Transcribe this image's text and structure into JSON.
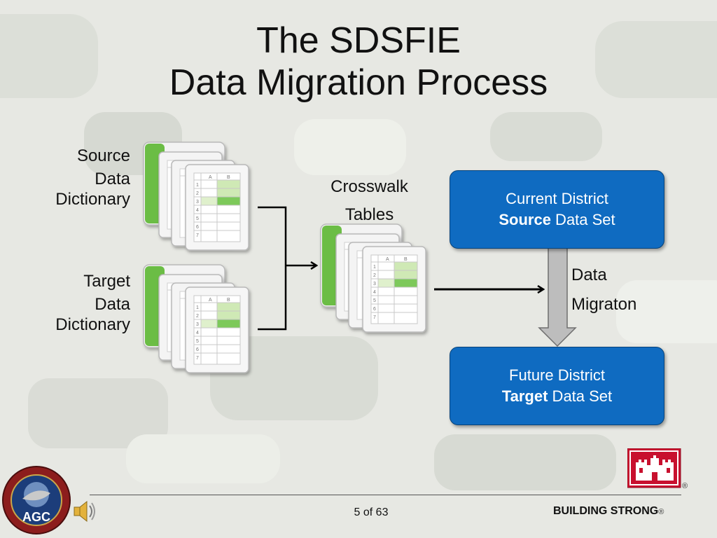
{
  "slide": {
    "title_line1": "The SDSFIE",
    "title_line2": "Data Migration Process"
  },
  "diagram": {
    "source_dictionary": [
      "Source",
      "Data",
      "Dictionary"
    ],
    "target_dictionary": [
      "Target",
      "Data",
      "Dictionary"
    ],
    "crosswalk": [
      "Crosswalk",
      "Tables"
    ],
    "current_box": {
      "line1": "Current District",
      "bold": "Source",
      "rest": " Data Set"
    },
    "future_box": {
      "line1": "Future District",
      "bold": "Target",
      "rest": " Data Set"
    },
    "migration": [
      "Data",
      "Migraton"
    ],
    "table_header_a": "A",
    "table_header_b": "B",
    "row_numbers": [
      "1",
      "2",
      "3",
      "4",
      "5",
      "6",
      "7"
    ]
  },
  "footer": {
    "page": "5 of 63",
    "brand": "BUILDING STRONG",
    "reg_mark": "®",
    "logo_mark": "®",
    "agc_text": "AGC",
    "colors": {
      "accent_blue": "#0f6bc1",
      "brand_red": "#c8102e",
      "sheet_green": "#6bbd45"
    }
  }
}
